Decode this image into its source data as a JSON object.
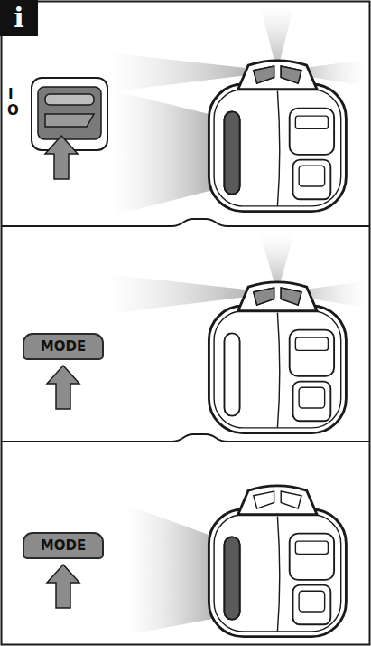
{
  "diagram": {
    "nodes": [
      {
        "text": [
          "i"
        ]
      },
      {
        "text": [
          "MODE"
        ]
      },
      {
        "text": [
          "MODE"
        ]
      }
    ],
    "labels": [
      "I",
      "O"
    ]
  }
}
